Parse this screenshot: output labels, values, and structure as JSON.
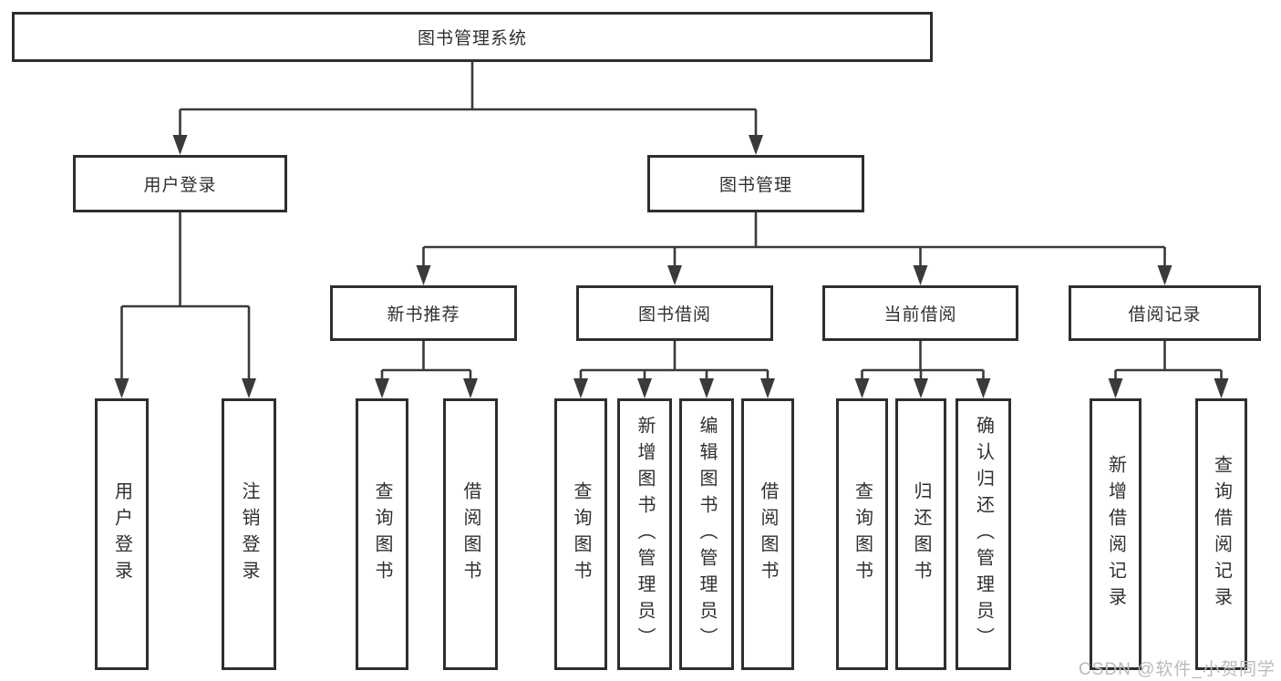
{
  "tree": {
    "label": "图书管理系统",
    "children": [
      {
        "label": "用户登录",
        "children": [
          {
            "label": "用户登录"
          },
          {
            "label": "注销登录"
          }
        ]
      },
      {
        "label": "图书管理",
        "children": [
          {
            "label": "新书推荐",
            "children": [
              {
                "label": "查询图书"
              },
              {
                "label": "借阅图书"
              }
            ]
          },
          {
            "label": "图书借阅",
            "children": [
              {
                "label": "查询图书"
              },
              {
                "label": "新增图书（管理员）"
              },
              {
                "label": "编辑图书（管理员）"
              },
              {
                "label": "借阅图书"
              }
            ]
          },
          {
            "label": "当前借阅",
            "children": [
              {
                "label": "查询图书"
              },
              {
                "label": "归还图书"
              },
              {
                "label": "确认归还（管理员）"
              }
            ]
          },
          {
            "label": "借阅记录",
            "children": [
              {
                "label": "新增借阅记录"
              },
              {
                "label": "查询借阅记录"
              }
            ]
          }
        ]
      }
    ]
  },
  "watermark": "CSDN @软件_小贺同学",
  "colors": {
    "line": "#3a3a3a",
    "box_border": "#2e2e2e",
    "text": "#303030",
    "watermark": "#b9babe",
    "background": "#ffffff"
  }
}
